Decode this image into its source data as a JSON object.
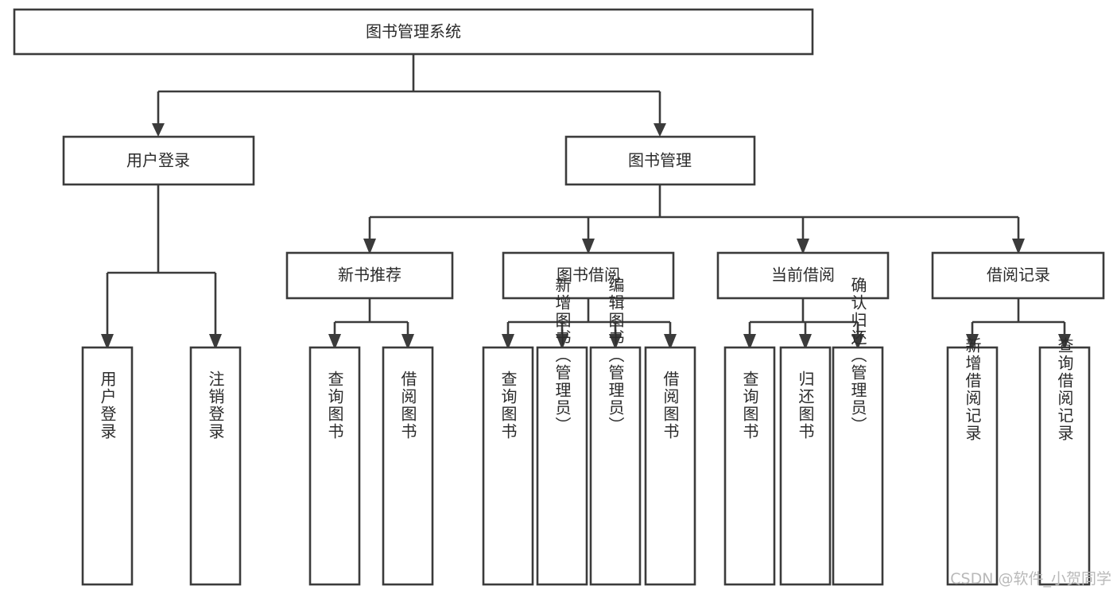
{
  "diagram": {
    "title": "图书管理系统",
    "type": "functional-structure-tree",
    "root": {
      "label": "图书管理系统",
      "level": 0
    },
    "level2": [
      {
        "label": "用户登录"
      },
      {
        "label": "图书管理"
      }
    ],
    "level3": [
      {
        "label": "新书推荐"
      },
      {
        "label": "图书借阅"
      },
      {
        "label": "当前借阅"
      },
      {
        "label": "借阅记录"
      }
    ],
    "leaves": {
      "user_login": [
        {
          "label": "用户登录"
        },
        {
          "label": "注销登录"
        }
      ],
      "new_book_recommend": [
        {
          "label": "查询图书"
        },
        {
          "label": "借阅图书"
        }
      ],
      "book_borrow": [
        {
          "label": "查询图书"
        },
        {
          "label": "新增图书（管理员）"
        },
        {
          "label": "编辑图书（管理员）"
        },
        {
          "label": "借阅图书"
        }
      ],
      "current_borrow": [
        {
          "label": "查询图书"
        },
        {
          "label": "归还图书"
        },
        {
          "label": "确认归还（管理员）"
        }
      ],
      "borrow_record": [
        {
          "label": "新增借阅记录"
        },
        {
          "label": "查询借阅记录"
        }
      ]
    }
  },
  "watermark": {
    "text": "CSDN @软件_小贺同学"
  },
  "colors": {
    "stroke": "#3b3b3b",
    "box_fill": "#ffffff",
    "text": "#2b2b2b",
    "watermark": "#b9b9b9",
    "background": "#ffffff"
  }
}
